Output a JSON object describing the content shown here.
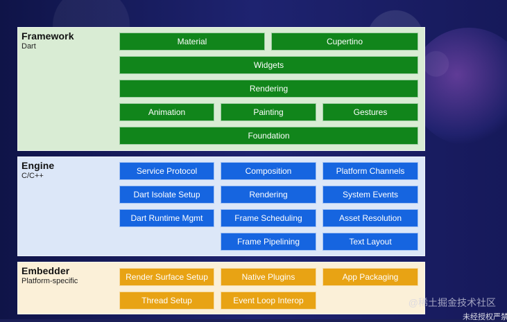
{
  "framework": {
    "title": "Framework",
    "subtitle": "Dart",
    "blocks": [
      "Material",
      "Cupertino",
      "Widgets",
      "Rendering",
      "Animation",
      "Painting",
      "Gestures",
      "Foundation"
    ]
  },
  "engine": {
    "title": "Engine",
    "subtitle": "C/C++",
    "blocks": [
      "Service Protocol",
      "Composition",
      "Platform Channels",
      "Dart Isolate Setup",
      "Rendering",
      "System Events",
      "Dart Runtime Mgmt",
      "Frame Scheduling",
      "Asset Resolution",
      "Frame Pipelining",
      "Text Layout"
    ]
  },
  "embedder": {
    "title": "Embedder",
    "subtitle": "Platform-specific",
    "blocks": [
      "Render Surface Setup",
      "Native Plugins",
      "App Packaging",
      "Thread Setup",
      "Event Loop Interop"
    ]
  },
  "colors": {
    "framework_block": "#11851b",
    "engine_block": "#1665e0",
    "embedder_block": "#e8a314",
    "framework_bg": "#d9ecd4",
    "engine_bg": "#dce7f8",
    "embedder_bg": "#fbf0d8"
  },
  "watermark": "@稀土掘金技术社区",
  "corner_text": "未经授权严禁"
}
